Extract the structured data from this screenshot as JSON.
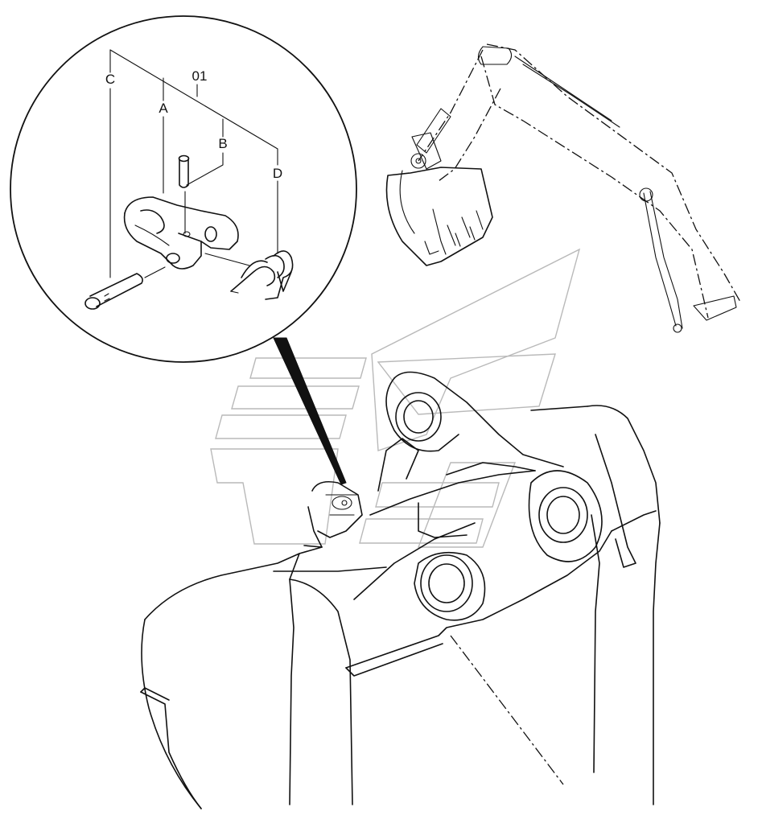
{
  "callout": {
    "assembly_label": "01",
    "parts": [
      {
        "label": "A"
      },
      {
        "label": "B"
      },
      {
        "label": "C"
      },
      {
        "label": "D"
      }
    ]
  }
}
